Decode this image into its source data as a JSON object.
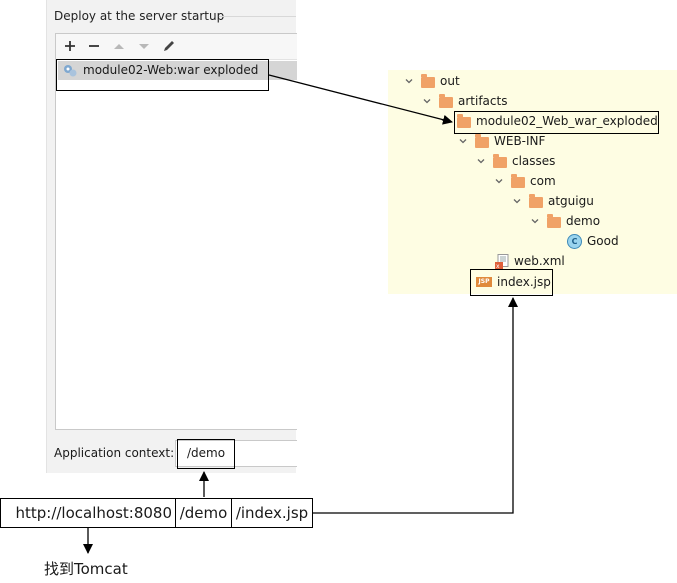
{
  "deploy_panel": {
    "title": "Deploy at the server startup",
    "toolbar": [
      {
        "name": "add-button",
        "icon": "plus-icon",
        "glyph": "+"
      },
      {
        "name": "remove-button",
        "icon": "minus-icon",
        "glyph": "−"
      },
      {
        "name": "move-up-button",
        "icon": "arrow-up-icon",
        "glyph": "▲"
      },
      {
        "name": "move-down-button",
        "icon": "arrow-down-icon",
        "glyph": "▼"
      },
      {
        "name": "edit-button",
        "icon": "pencil-icon",
        "glyph": "✎"
      }
    ],
    "artifact": "module02-Web:war exploded",
    "context_label": "Application context:",
    "context_value": "/demo"
  },
  "tree": {
    "out": "out",
    "artifacts": "artifacts",
    "exploded": "module02_Web_war_exploded",
    "webinf": "WEB-INF",
    "classes": "classes",
    "com": "com",
    "atguigu": "atguigu",
    "demo": "demo",
    "good": "Good",
    "webxml": "web.xml",
    "indexjsp": "index.jsp"
  },
  "url": {
    "host": "http://localhost:8080",
    "context": "/demo",
    "resource": "/index.jsp"
  },
  "caption": "找到Tomcat",
  "colors": {
    "panel": "#f2f2f2",
    "selection": "#d5d5d5",
    "tree_background": "#fefde3",
    "folder": "#f0a267",
    "class_icon": "#9ad4ee",
    "arrow": "#000000"
  }
}
